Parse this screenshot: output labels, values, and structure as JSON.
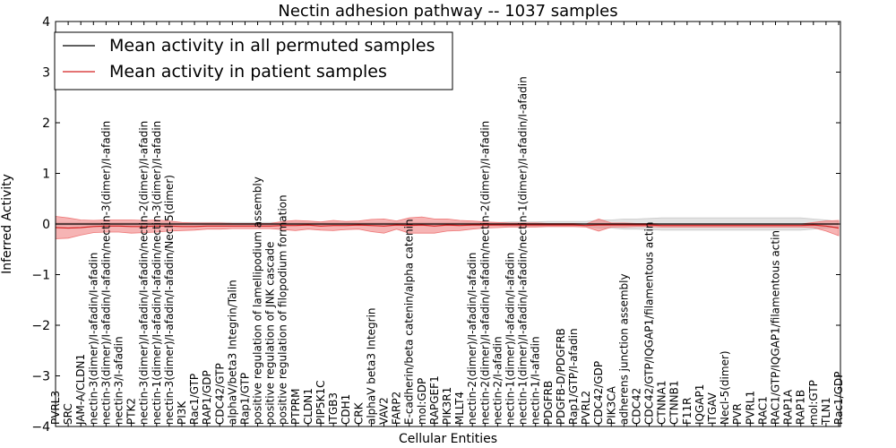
{
  "chart_data": {
    "type": "line",
    "title": "Nectin adhesion pathway -- 1037 samples",
    "xlabel": "Cellular Entities",
    "ylabel": "Inferred Activity",
    "ylim": [
      -4,
      4
    ],
    "yticks": [
      "−4",
      "−3",
      "−2",
      "−1",
      "0",
      "1",
      "2",
      "3",
      "4"
    ],
    "ytick_values": [
      -4,
      -3,
      -2,
      -1,
      0,
      1,
      2,
      3,
      4
    ],
    "grid": false,
    "legend_placement": "top-left",
    "categories": [
      "PVRL3",
      "SRC",
      "JAM-A/CLDN1",
      "nectin-3(dimer)/I-afadin/I-afadin",
      "nectin-3(dimer)/I-afadin/I-afadin/nectin-3(dimer)/I-afadin",
      "nectin-3/I-afadin",
      "PTK2",
      "nectin-3(dimer)/I-afadin/I-afadin/nectin-2(dimer)/I-afadin",
      "nectin-1(dimer)/I-afadin/I-afadin/nectin-3(dimer)/I-afadin",
      "nectin-3(dimer)/I-afadin/I-afadin/Necl-5(dimer)",
      "PI3K",
      "Rac1/GTP",
      "RAP1/GDP",
      "CDC42/GTP",
      "alphaV/beta3 Integrin/Talin",
      "Rap1/GTP",
      "positive regulation of lamellipodium assembly",
      "positive regulation of JNK cascade",
      "positive regulation of filopodium formation",
      "PTPRM",
      "CLDN1",
      "PIP5K1C",
      "ITGB3",
      "CDH1",
      "CRK",
      "alphaV beta3 Integrin",
      "VAV2",
      "FARP2",
      "E-cadherin/beta catenin/alpha catenin",
      "mol:GDP",
      "RAPGEF1",
      "PIK3R1",
      "MLLT4",
      "nectin-2(dimer)/I-afadin/I-afadin",
      "nectin-2(dimer)/I-afadin/I-afadin/nectin-2(dimer)/I-afadin",
      "nectin-2/I-afadin",
      "nectin-1(dimer)/I-afadin/I-afadin",
      "nectin-1(dimer)/I-afadin/I-afadin/nectin-1(dimer)/I-afadin/I-afadin",
      "nectin-1/I-afadin",
      "PDGFRB",
      "PDGFB-D/PDGFRB",
      "Rap1/GTP/I-afadin",
      "PVRL2",
      "CDC42/GDP",
      "PIK3CA",
      "adherens junction assembly",
      "CDC42",
      "CDC42/GTP/IQGAP1/filamentous actin",
      "CTNNA1",
      "CTNNB1",
      "F11R",
      "IQGAP1",
      "ITGAV",
      "Necl-5(dimer)",
      "PVR",
      "PVRL1",
      "RAC1",
      "RAC1/GTP/IQGAP1/filamentous actin",
      "RAP1A",
      "RAP1B",
      "mol:GTP",
      "TLN1",
      "Rac1/GDP"
    ],
    "series": [
      {
        "name": "Mean activity in all permuted samples",
        "color": "#000000",
        "band_color": "#cccccc",
        "values": [
          0.0,
          0.0,
          0.0,
          0.0,
          0.0,
          0.0,
          0.0,
          0.0,
          0.0,
          0.0,
          0.0,
          0.0,
          0.0,
          0.0,
          0.0,
          0.0,
          0.0,
          0.0,
          0.0,
          0.0,
          0.0,
          0.0,
          0.0,
          0.0,
          0.0,
          0.0,
          0.0,
          0.0,
          0.0,
          0.0,
          0.0,
          0.0,
          0.0,
          0.0,
          0.0,
          0.0,
          0.0,
          0.0,
          0.0,
          0.0,
          0.0,
          0.0,
          0.0,
          0.0,
          0.0,
          0.0,
          0.0,
          0.0,
          0.0,
          0.0,
          0.0,
          0.0,
          0.0,
          0.0,
          0.0,
          0.0,
          0.0,
          0.0,
          0.0,
          0.0,
          0.0,
          0.0,
          0.0
        ],
        "std": [
          0.03,
          0.03,
          0.03,
          0.03,
          0.03,
          0.03,
          0.03,
          0.03,
          0.03,
          0.03,
          0.03,
          0.03,
          0.03,
          0.03,
          0.03,
          0.03,
          0.03,
          0.03,
          0.03,
          0.03,
          0.03,
          0.03,
          0.03,
          0.03,
          0.03,
          0.03,
          0.03,
          0.03,
          0.03,
          0.03,
          0.03,
          0.03,
          0.03,
          0.03,
          0.03,
          0.03,
          0.04,
          0.04,
          0.04,
          0.05,
          0.05,
          0.05,
          0.05,
          0.08,
          0.08,
          0.1,
          0.1,
          0.11,
          0.12,
          0.12,
          0.12,
          0.12,
          0.12,
          0.12,
          0.12,
          0.12,
          0.12,
          0.12,
          0.12,
          0.12,
          0.1,
          0.08,
          0.05
        ]
      },
      {
        "name": "Mean activity in patient samples",
        "color": "#d42020",
        "band_color": "#ee7777",
        "values": [
          -0.07,
          -0.08,
          -0.07,
          -0.05,
          -0.04,
          -0.04,
          -0.05,
          -0.05,
          -0.04,
          -0.04,
          -0.05,
          -0.05,
          -0.04,
          -0.04,
          -0.04,
          -0.04,
          -0.04,
          -0.04,
          -0.03,
          -0.03,
          -0.02,
          -0.04,
          -0.03,
          -0.03,
          -0.02,
          -0.03,
          -0.04,
          -0.02,
          -0.03,
          -0.02,
          -0.04,
          -0.02,
          -0.03,
          -0.02,
          -0.02,
          -0.02,
          -0.02,
          -0.02,
          -0.02,
          -0.02,
          -0.02,
          -0.02,
          -0.03,
          -0.02,
          -0.02,
          -0.02,
          -0.02,
          -0.02,
          -0.03,
          -0.03,
          -0.03,
          -0.03,
          -0.03,
          -0.03,
          -0.03,
          -0.03,
          -0.03,
          -0.03,
          -0.03,
          -0.03,
          -0.02,
          -0.04,
          -0.08
        ],
        "std": [
          0.22,
          0.2,
          0.15,
          0.12,
          0.12,
          0.12,
          0.13,
          0.12,
          0.12,
          0.1,
          0.08,
          0.07,
          0.06,
          0.06,
          0.05,
          0.05,
          0.05,
          0.05,
          0.08,
          0.1,
          0.08,
          0.08,
          0.1,
          0.08,
          0.08,
          0.12,
          0.14,
          0.08,
          0.15,
          0.16,
          0.14,
          0.12,
          0.1,
          0.08,
          0.06,
          0.05,
          0.04,
          0.04,
          0.04,
          0.03,
          0.03,
          0.03,
          0.03,
          0.12,
          0.04,
          0.04,
          0.03,
          0.03,
          0.03,
          0.03,
          0.03,
          0.03,
          0.03,
          0.03,
          0.03,
          0.03,
          0.03,
          0.03,
          0.03,
          0.03,
          0.05,
          0.1,
          0.15
        ]
      }
    ],
    "reference_line": {
      "value": 0
    }
  }
}
